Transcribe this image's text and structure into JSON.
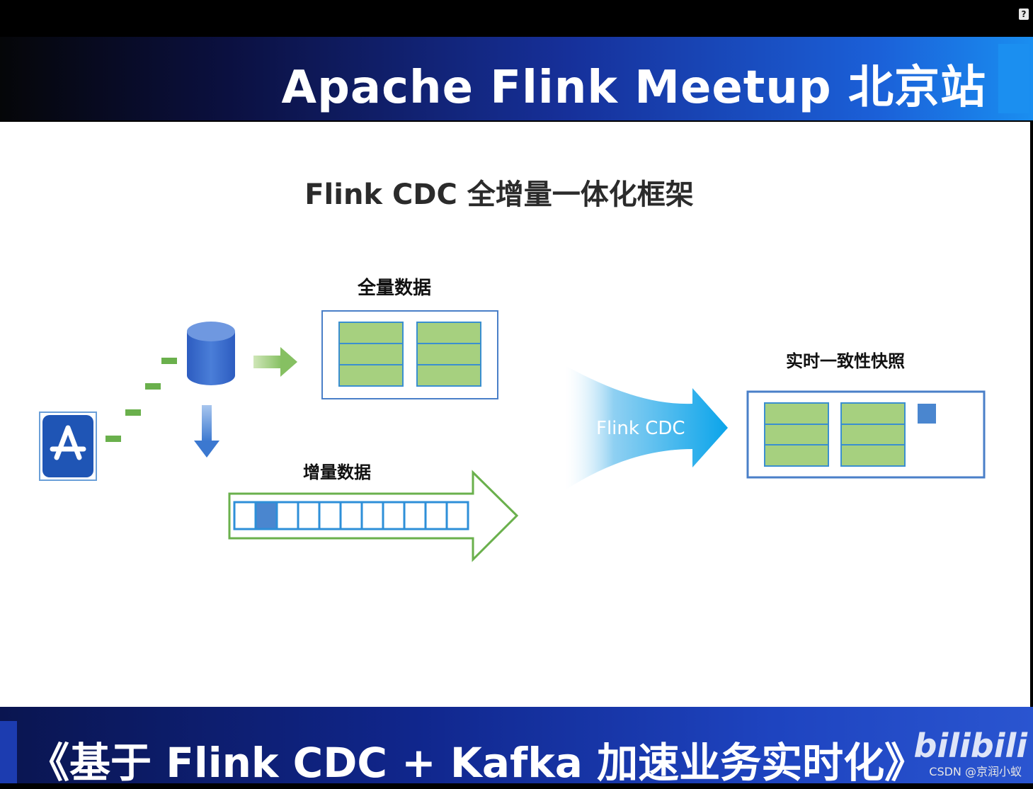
{
  "header": {
    "title": "Apache Flink Meetup 北京站"
  },
  "slide": {
    "title": "Flink CDC 全增量一体化框架",
    "full_data_label": "全量数据",
    "incremental_data_label": "增量数据",
    "snapshot_label": "实时一致性快照",
    "arrow_text": "Flink CDC"
  },
  "footer": {
    "title": "《基于 Flink CDC + Kafka 加速业务实时化》",
    "watermark": "CSDN @京润小蚁",
    "logo": "bilibili"
  },
  "colors": {
    "table_green": "#a6d07f",
    "table_border": "#3a8fd0",
    "box_border": "#4a7fc8",
    "db_blue": "#3a6cc8",
    "incremental_green": "#6ab04c",
    "flink_blue": "#1aa3e6"
  }
}
